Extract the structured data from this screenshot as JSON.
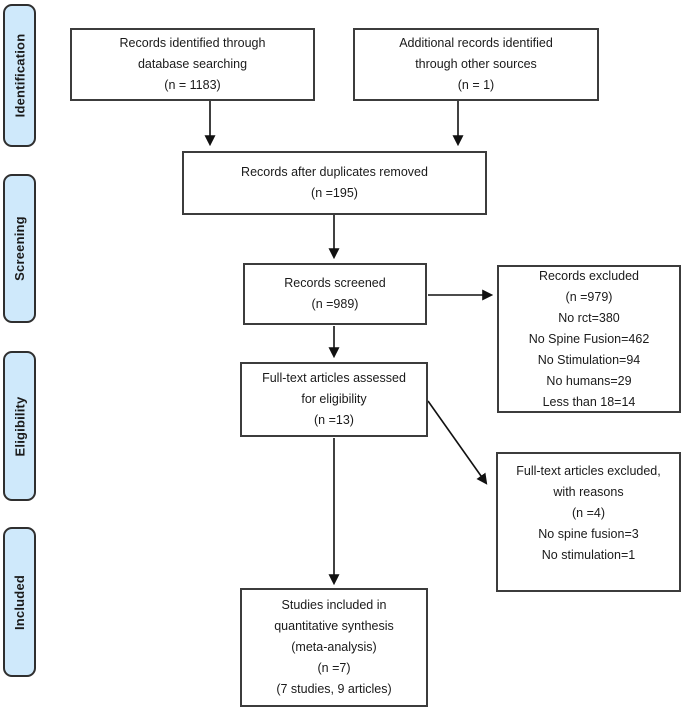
{
  "diagram": {
    "type": "prisma-flow",
    "stages": [
      "Identification",
      "Screening",
      "Eligibility",
      "Included"
    ],
    "boxes": {
      "database": {
        "lines": [
          "Records identified through",
          "database searching",
          "(n = 1183)"
        ]
      },
      "other_sources": {
        "lines": [
          "Additional records identified",
          "through other sources",
          "(n = 1)"
        ]
      },
      "duplicates_removed": {
        "lines": [
          "Records after duplicates removed",
          "(n =195)"
        ]
      },
      "screened": {
        "lines": [
          "Records screened",
          "(n =989)"
        ]
      },
      "records_excluded": {
        "lines": [
          "Records excluded",
          "(n =979)",
          "No rct=380",
          "No Spine Fusion=462",
          "No Stimulation=94",
          "No humans=29",
          "Less than 18=14"
        ]
      },
      "fulltext_assessed": {
        "lines": [
          "Full-text articles assessed",
          "for eligibility",
          "(n =13)"
        ]
      },
      "fulltext_excluded": {
        "lines": [
          "Full-text articles excluded,",
          "with reasons",
          "(n =4)",
          "No spine fusion=3",
          "No stimulation=1"
        ]
      },
      "included_synthesis": {
        "lines": [
          "Studies included in",
          "quantitative synthesis",
          "(meta-analysis)",
          "(n =7)",
          "(7 studies, 9 articles)"
        ]
      }
    },
    "colors": {
      "stage_fill": "#cfe9fb",
      "stage_border": "#2f2f2f",
      "box_border": "#3c3c3c",
      "arrow": "#111111",
      "background": "#ffffff"
    }
  }
}
